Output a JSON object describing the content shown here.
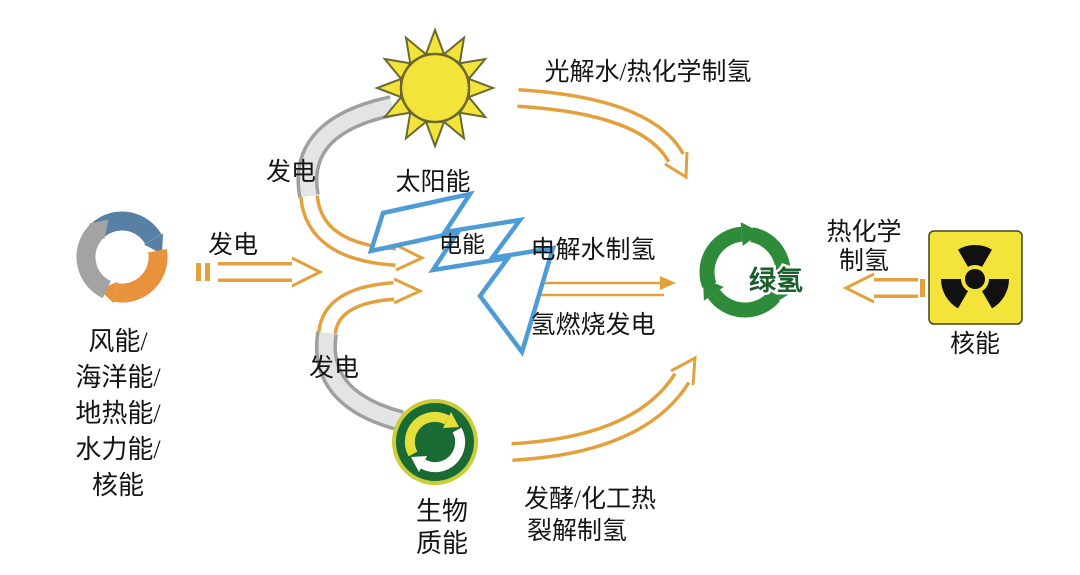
{
  "figure": {
    "nodes": {
      "renewables": {
        "label_lines": [
          "风能/",
          "海洋能/",
          "地热能/",
          "水力能/",
          "核能"
        ]
      },
      "solar": {
        "label": "太阳能"
      },
      "electricity": {
        "label": "电能"
      },
      "biomass": {
        "label_lines": [
          "生物",
          "质能"
        ]
      },
      "green_hydrogen": {
        "label": "绿氢"
      },
      "nuclear": {
        "label": "核能"
      }
    },
    "flows": {
      "solar_photolysis": {
        "label": "光解水/热化学制氢"
      },
      "generation_solar": {
        "label": "发电"
      },
      "generation_renewables": {
        "label": "发电"
      },
      "generation_biomass": {
        "label": "发电"
      },
      "electrolysis": {
        "label": "电解水制氢"
      },
      "hydrogen_combustion": {
        "label": "氢燃烧发电"
      },
      "nuclear_thermochemical": {
        "label_lines": [
          "热化学",
          "制氢"
        ]
      },
      "biomass_pyrolysis": {
        "label_lines": [
          "发酵/化工热",
          "裂解制氢"
        ]
      }
    },
    "colors": {
      "arrow_orange": "#E2A13C",
      "sun_yellow": "#F2E43B",
      "sun_outline": "#6B6830",
      "lightning_blue": "#4E9CD5",
      "recycle_green": "#2E8B3A",
      "biomass_green": "#1A6A33",
      "biomass_ring": "#C9CE39",
      "biomass_yellow": "#E4DF3A",
      "nuclear_yellow": "#F2E43B",
      "gray_band": "#E4E4E4",
      "gray_band_edge": "#9F9F9F",
      "text": "#151515"
    }
  }
}
